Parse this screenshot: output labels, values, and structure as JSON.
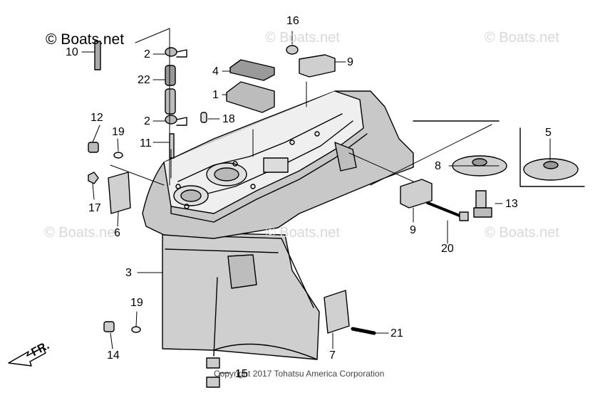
{
  "brand": "© Boats.net",
  "watermark": "© Boats.net",
  "copyright": "Copyright 2017 Tohatsu America Corporation",
  "direction_label": "FR.",
  "colors": {
    "line": "#000000",
    "shade": "#c8c8c8",
    "watermark": "#d8d8d8"
  },
  "callouts": {
    "p1": "1",
    "p2a": "2",
    "p2b": "2",
    "p3": "3",
    "p4": "4",
    "p5": "5",
    "p6": "6",
    "p7": "7",
    "p8": "8",
    "p9a": "9",
    "p9b": "9",
    "p10": "10",
    "p11": "11",
    "p12": "12",
    "p13": "13",
    "p14": "14",
    "p15": "15",
    "p16": "16",
    "p17": "17",
    "p18": "18",
    "p19a": "19",
    "p19b": "19",
    "p20": "20",
    "p21": "21",
    "p22": "22"
  }
}
